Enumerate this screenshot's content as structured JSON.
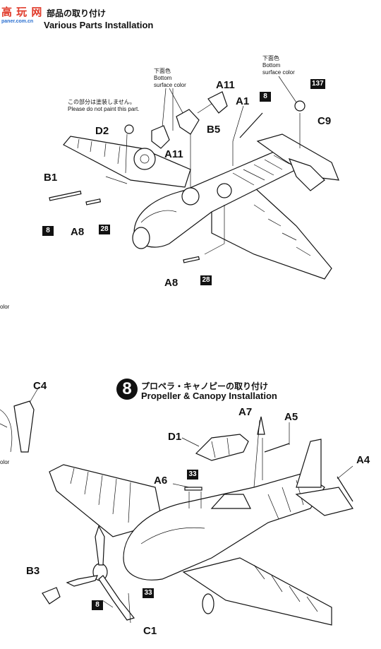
{
  "watermark": {
    "text": "高 玩 网",
    "sub": "paner.com.cn",
    "color": "#e03a2a"
  },
  "step7": {
    "title_jp": "部品の取り付け",
    "title_en": "Various Parts Installation"
  },
  "step8": {
    "number": "8",
    "title_jp": "プロペラ・キャノピーの取り付け",
    "title_en": "Propeller & Canopy Installation"
  },
  "notes": {
    "bottom_color_jp_1": "下面色",
    "bottom_color_en_1": "Bottom",
    "bottom_color_en_2": "surface color",
    "bottom_color_jp_2": "下面色",
    "bottom_color_en_3": "Bottom",
    "bottom_color_en_4": "surface color",
    "no_paint_jp": "この部分は塗装しません。",
    "no_paint_en": "Please do not paint this part.",
    "edge_color_1": "olor",
    "edge_color_2": "olor"
  },
  "labels": {
    "A11_top": "A11",
    "A1": "A1",
    "num_8_a": "8",
    "num_137": "137",
    "C9": "C9",
    "D2": "D2",
    "B5": "B5",
    "A11_mid": "A11",
    "B1": "B1",
    "num_8_b": "8",
    "A8_a": "A8",
    "num_28_a": "28",
    "A8_b": "A8",
    "num_28_b": "28",
    "C4": "C4",
    "A7": "A7",
    "A5": "A5",
    "D1": "D1",
    "A4": "A4",
    "A6": "A6",
    "num_33_a": "33",
    "B3": "B3",
    "num_8_c": "8",
    "num_33_b": "33",
    "C1": "C1"
  }
}
